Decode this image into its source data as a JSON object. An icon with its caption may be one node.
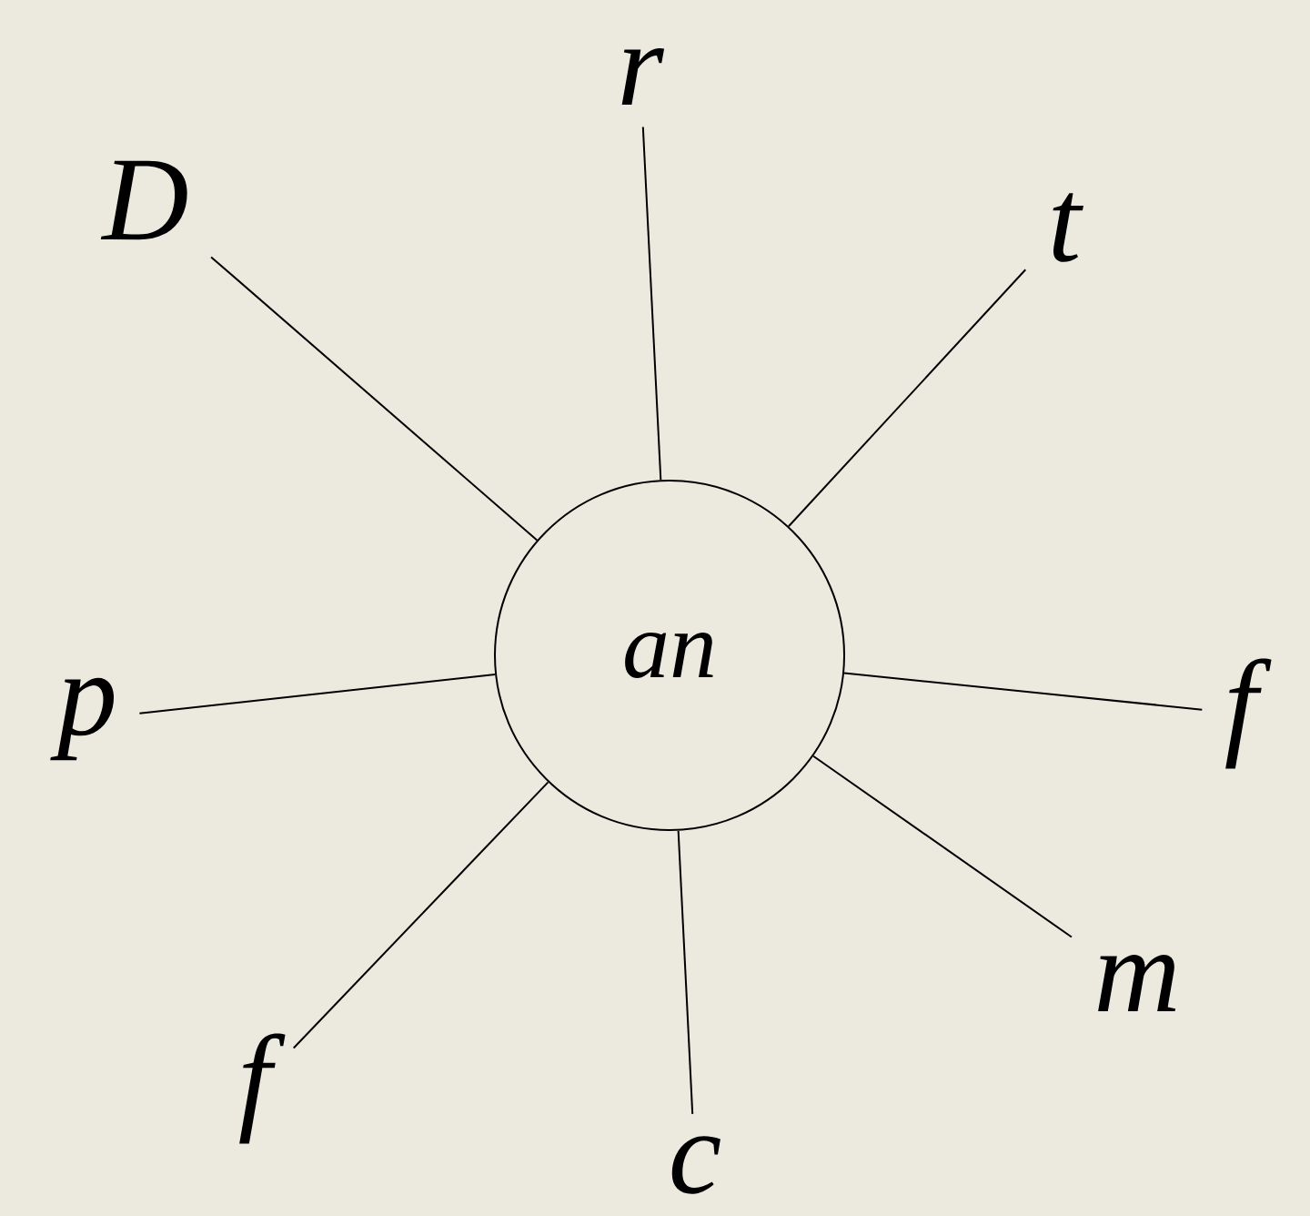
{
  "diagram": {
    "nodes": [
      {
        "text": [
          "an"
        ]
      },
      {
        "text": [
          "r"
        ]
      },
      {
        "text": [
          "t"
        ]
      },
      {
        "text": [
          "D"
        ]
      },
      {
        "text": [
          "p"
        ]
      },
      {
        "text": [
          "f"
        ]
      },
      {
        "text": [
          "m"
        ]
      },
      {
        "text": [
          "f"
        ]
      },
      {
        "text": [
          "c"
        ]
      }
    ],
    "edges": [
      {
        "from": 0,
        "to": 1,
        "arrow": "none"
      },
      {
        "from": 0,
        "to": 2,
        "arrow": "none"
      },
      {
        "from": 0,
        "to": 3,
        "arrow": "none"
      },
      {
        "from": 0,
        "to": 4,
        "arrow": "none"
      },
      {
        "from": 0,
        "to": 5,
        "arrow": "none"
      },
      {
        "from": 0,
        "to": 6,
        "arrow": "none"
      },
      {
        "from": 0,
        "to": 7,
        "arrow": "none"
      },
      {
        "from": 0,
        "to": 8,
        "arrow": "none"
      }
    ]
  }
}
